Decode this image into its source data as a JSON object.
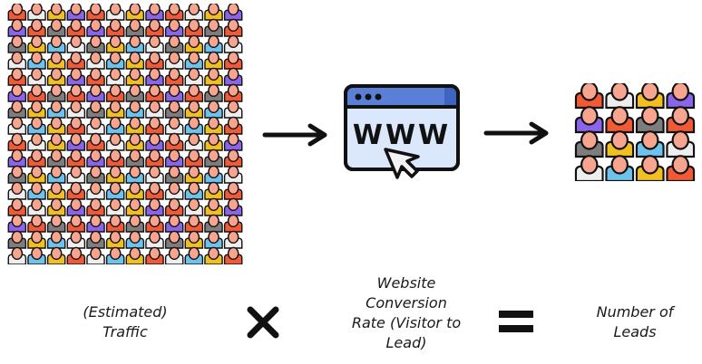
{
  "diagram": {
    "title": "Traffic x Conversion Rate = Leads",
    "colors": {
      "stroke": "#111111",
      "skin": "#f7a58f",
      "shirts": [
        "#f25a35",
        "#eeeeee",
        "#f2c01e",
        "#8a64ea",
        "#7d7d7d",
        "#6cc3ee"
      ],
      "browser_bar": "#5a7fd6",
      "browser_bar_dark": "#3f63c2",
      "browser_body": "#dbe8fb",
      "cursor_fill": "#f3f3f3"
    },
    "icons": {
      "traffic": "crowd-icon-large",
      "website": "browser-www-icon",
      "leads": "crowd-icon-small",
      "arrow": "arrow-right-icon",
      "operator_multiply": "multiply-icon",
      "operator_equals": "equals-icon"
    },
    "browser_text": "WWW",
    "labels": {
      "traffic": "(Estimated)\nTraffic",
      "conversion_rate": "Website\nConversion\nRate (Visitor to\nLead)",
      "leads": "Number of\nLeads"
    }
  }
}
